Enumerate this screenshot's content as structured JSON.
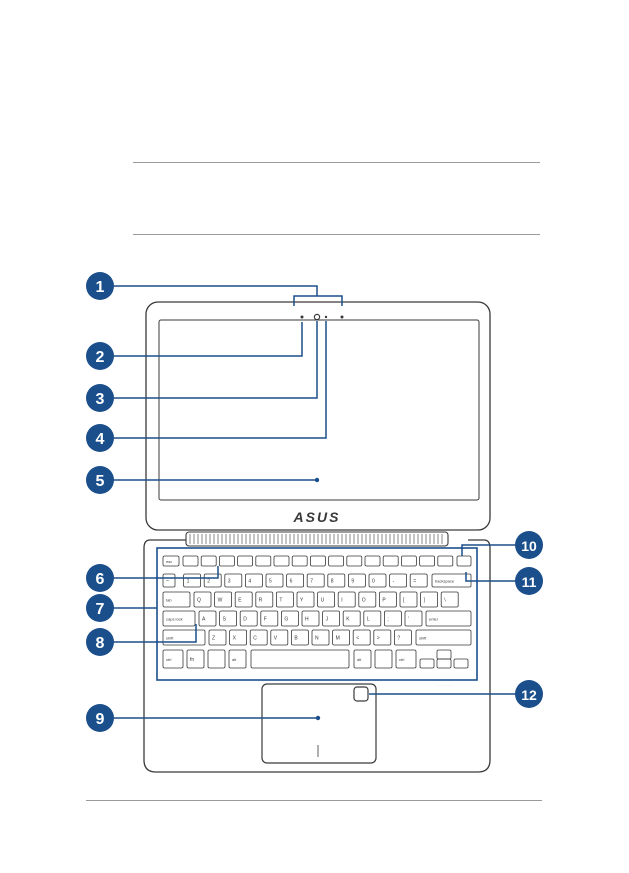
{
  "logo_text": "ASUS",
  "callouts": [
    {
      "number": "1"
    },
    {
      "number": "2"
    },
    {
      "number": "3"
    },
    {
      "number": "4"
    },
    {
      "number": "5"
    },
    {
      "number": "6"
    },
    {
      "number": "7"
    },
    {
      "number": "8"
    },
    {
      "number": "9"
    },
    {
      "number": "10"
    },
    {
      "number": "11"
    },
    {
      "number": "12"
    }
  ],
  "keys": {
    "esc": "esc",
    "tab": "tab",
    "caps": "caps lock",
    "shift_l": "shift",
    "shift_r": "shift",
    "enter": "enter",
    "backspace": "backspace",
    "ctrl_l": "ctrl",
    "ctrl_r": "ctrl",
    "fn": "fn",
    "alt_l": "alt",
    "alt_r": "alt",
    "num_row": [
      "~",
      "1",
      "2",
      "3",
      "4",
      "5",
      "6",
      "7",
      "8",
      "9",
      "0",
      "-",
      "="
    ],
    "q_row": [
      "Q",
      "W",
      "E",
      "R",
      "T",
      "Y",
      "U",
      "I",
      "O",
      "P",
      "[",
      "]",
      "\\"
    ],
    "a_row": [
      "A",
      "S",
      "D",
      "F",
      "G",
      "H",
      "J",
      "K",
      "L",
      ";",
      "'"
    ],
    "z_row": [
      "Z",
      "X",
      "C",
      "V",
      "B",
      "N",
      "M",
      "<",
      ">",
      "?"
    ]
  },
  "colors": {
    "accent": "#1b4f8c",
    "outline": "#3a3a3a",
    "rule": "#9a9a9a"
  }
}
